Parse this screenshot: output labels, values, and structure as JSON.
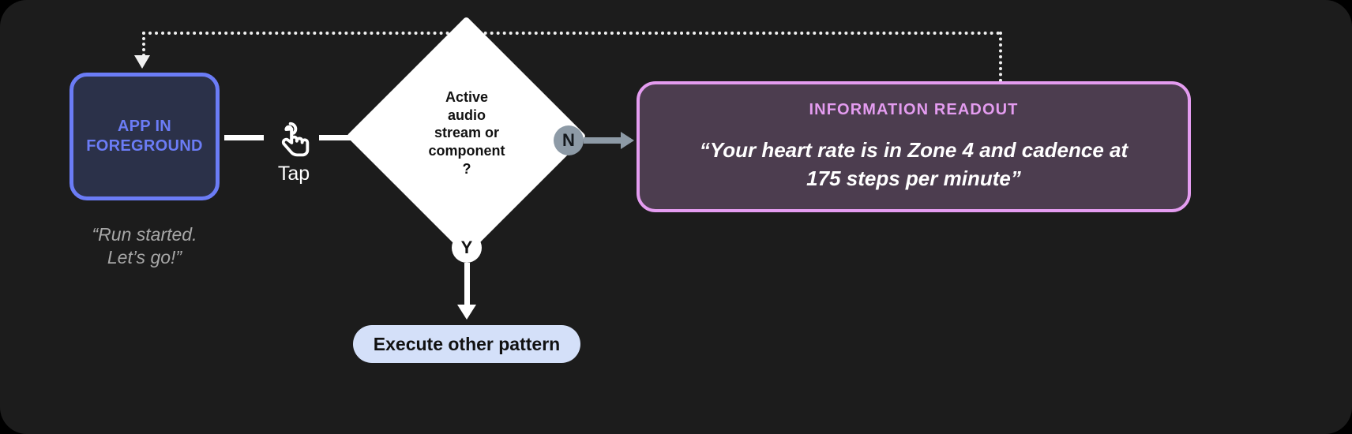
{
  "canvas": {
    "background": "#1c1c1c"
  },
  "colors": {
    "accent_blue": "#6b7cf6",
    "app_fill": "#2b3149",
    "accent_pink": "#e49cf0",
    "readout_fill": "#4c3d4f",
    "badge_gray": "#8d9aa6",
    "pill_fill": "#d4e0f9",
    "arrow_white": "#ffffff",
    "caption_gray": "#a7a7a7"
  },
  "nodes": {
    "app": {
      "label_line1": "APP IN",
      "label_line2": "FOREGROUND",
      "caption_line1": "“Run started.",
      "caption_line2": "Let’s go!”"
    },
    "gesture": {
      "icon": "tap-icon",
      "label": "Tap"
    },
    "decision": {
      "line1": "Active",
      "line2": "audio",
      "line3": "stream or",
      "line4": "component",
      "line5": "?"
    },
    "branch_no": {
      "badge": "N"
    },
    "branch_yes": {
      "badge": "Y"
    },
    "readout": {
      "title": "INFORMATION READOUT",
      "body_line1": "“Your heart rate is in Zone 4 and cadence at",
      "body_line2": "175 steps per minute”"
    },
    "other_pattern": {
      "label": "Execute other pattern"
    }
  }
}
